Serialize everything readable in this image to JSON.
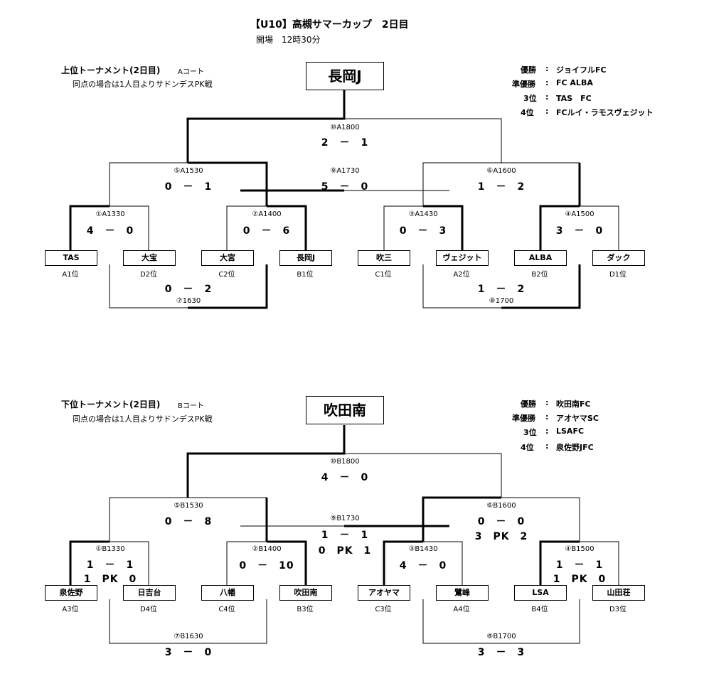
{
  "header": {
    "title": "【U10】高槻サマーカップ　2日目",
    "subtitle": "開場　12時30分"
  },
  "upper": {
    "section_title": "上位トーナメント(2日目)",
    "court": "Aコート",
    "note": "同点の場合は1人目よりサドンデスPK戦",
    "winner": "長岡J",
    "results": [
      {
        "rank": "優勝",
        "team": "ジョイフルFC"
      },
      {
        "rank": "準優勝",
        "team": "FC ALBA"
      },
      {
        "rank": "3位",
        "team": "TAS　FC"
      },
      {
        "rank": "4位",
        "team": "FCルイ・ラモスヴェジット"
      }
    ],
    "teams": [
      {
        "name": "TAS",
        "seed": "A1位"
      },
      {
        "name": "大宝",
        "seed": "D2位"
      },
      {
        "name": "大宮",
        "seed": "C2位"
      },
      {
        "name": "長岡J",
        "seed": "B1位"
      },
      {
        "name": "吹三",
        "seed": "C1位"
      },
      {
        "name": "ヴェジット",
        "seed": "A2位"
      },
      {
        "name": "ALBA",
        "seed": "B2位"
      },
      {
        "name": "ダック",
        "seed": "D1位"
      }
    ],
    "matches": {
      "m1": {
        "label": "①A1330",
        "score": "4　－　0"
      },
      "m2": {
        "label": "②A1400",
        "score": "0　－　6"
      },
      "m3": {
        "label": "③A1430",
        "score": "0　－　3"
      },
      "m4": {
        "label": "④A1500",
        "score": "3　－　0"
      },
      "m5": {
        "label": "⑤A1530",
        "score": "0　－　1"
      },
      "m6": {
        "label": "⑥A1600",
        "score": "1　－　2"
      },
      "m7": {
        "label": "⑦1630",
        "score": "0　－　2"
      },
      "m8": {
        "label": "⑧1700",
        "score": "1　－　2"
      },
      "m9": {
        "label": "⑨A1730",
        "score": "5　－　0"
      },
      "m10": {
        "label": "⑩A1800",
        "score": "2　－　1"
      }
    }
  },
  "lower": {
    "section_title": "下位トーナメント(2日目)",
    "court": "Bコート",
    "note": "同点の場合は1人目よりサドンデスPK戦",
    "winner": "吹田南",
    "results": [
      {
        "rank": "優勝",
        "team": "吹田南FC"
      },
      {
        "rank": "準優勝",
        "team": "アオヤマSC"
      },
      {
        "rank": "3位",
        "team": "LSAFC"
      },
      {
        "rank": "4位",
        "team": "泉佐野JFC"
      }
    ],
    "teams": [
      {
        "name": "泉佐野",
        "seed": "A3位"
      },
      {
        "name": "日吉台",
        "seed": "D4位"
      },
      {
        "name": "八幡",
        "seed": "C4位"
      },
      {
        "name": "吹田南",
        "seed": "B3位"
      },
      {
        "name": "アオヤマ",
        "seed": "C3位"
      },
      {
        "name": "鷺峰",
        "seed": "A4位"
      },
      {
        "name": "LSA",
        "seed": "B4位"
      },
      {
        "name": "山田荘",
        "seed": "D3位"
      }
    ],
    "matches": {
      "m1": {
        "label": "①B1330",
        "score": "1　－　1",
        "pk": "1　PK　0"
      },
      "m2": {
        "label": "②B1400",
        "score": "0　－　10"
      },
      "m3": {
        "label": "③B1430",
        "score": "4　－　0"
      },
      "m4": {
        "label": "④B1500",
        "score": "1　－　1",
        "pk": "1　PK　0"
      },
      "m5": {
        "label": "⑤B1530",
        "score": "0　－　8"
      },
      "m6": {
        "label": "⑥B1600",
        "score": "0　－　0",
        "pk": "3　PK　2"
      },
      "m7": {
        "label": "⑦B1630",
        "score": "3　－　0"
      },
      "m8": {
        "label": "⑧B1700",
        "score": "3　－　3"
      },
      "m9": {
        "label": "⑨B1730",
        "score": "1　－　1",
        "pk": "0　PK　1"
      },
      "m10": {
        "label": "⑩B1800",
        "score": "4　－　0"
      }
    }
  }
}
